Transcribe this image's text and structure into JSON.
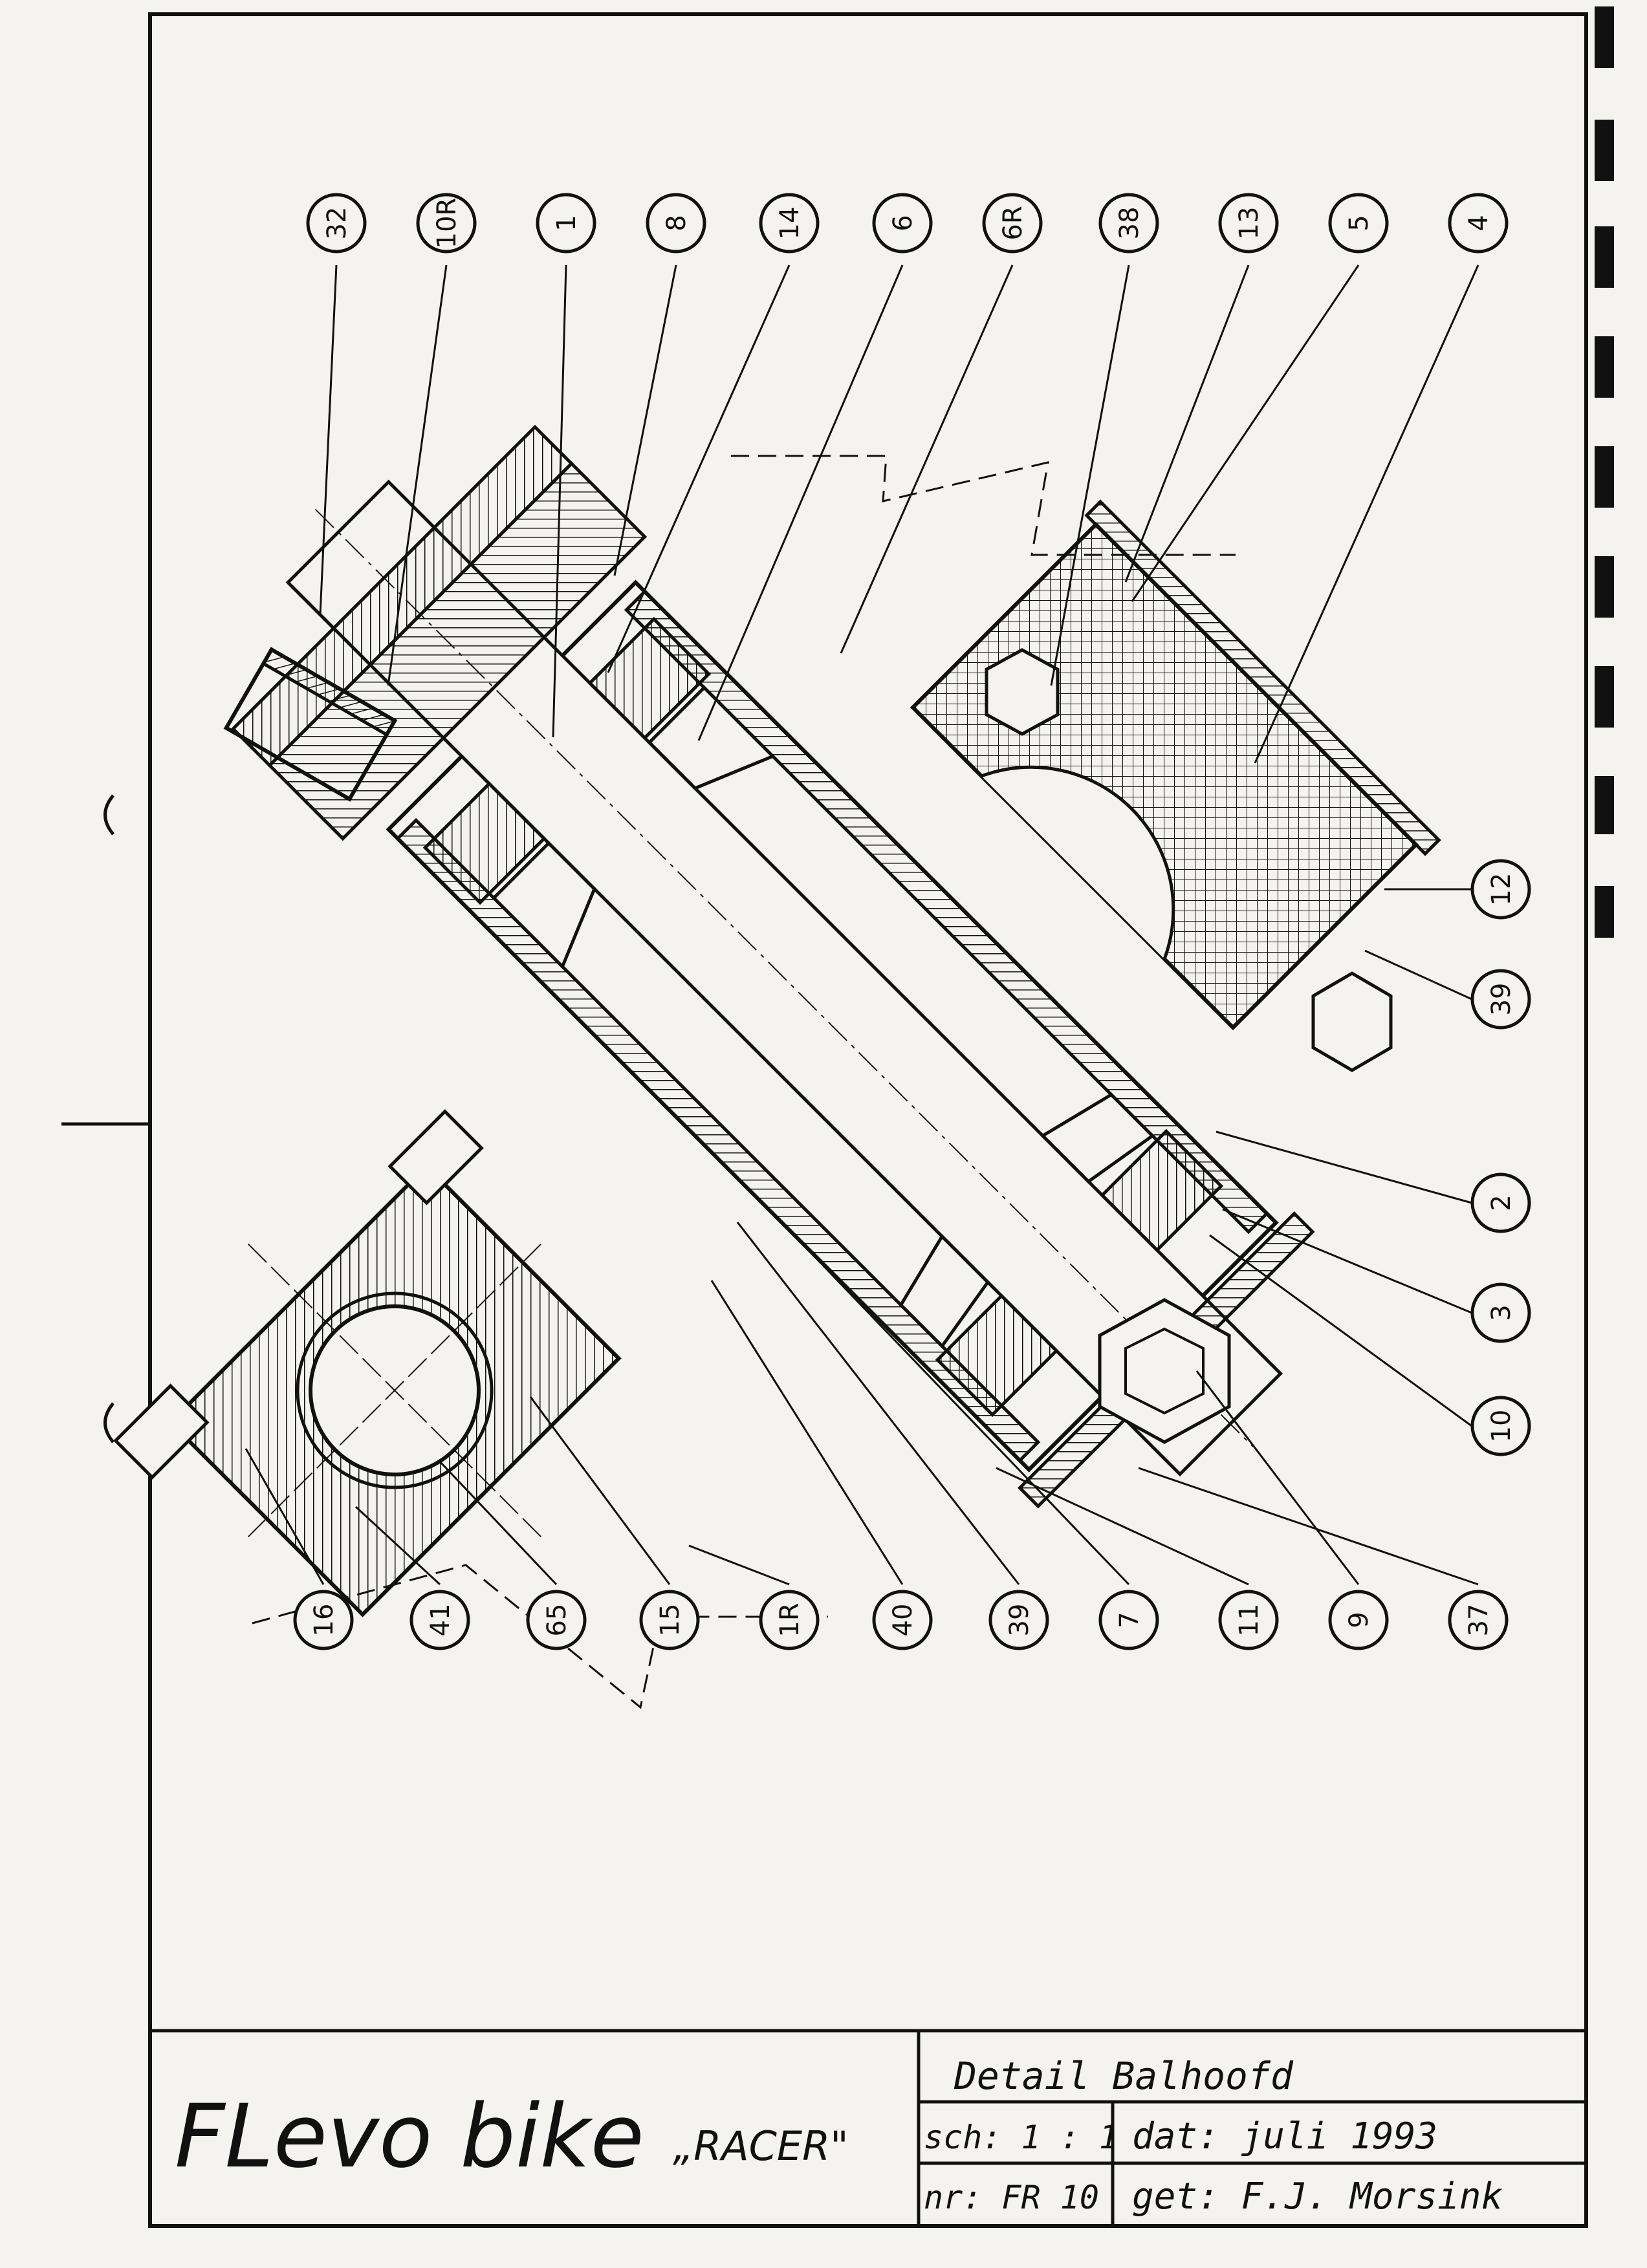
{
  "drawing": {
    "top_callouts": [
      "32",
      "10R",
      "1",
      "8",
      "14",
      "6",
      "6R",
      "38",
      "13",
      "5",
      "4"
    ],
    "right_callouts": [
      "12",
      "39",
      "2",
      "3",
      "10"
    ],
    "bottom_callouts": [
      "16",
      "41",
      "65",
      "15",
      "1R",
      "40",
      "39",
      "7",
      "11",
      "9",
      "37"
    ]
  },
  "title_block": {
    "brand": "FLevo bike",
    "model": "„RACER\"",
    "title": "Detail  Balhoofd",
    "scale": "sch: 1 : 1",
    "date": "dat:   juli  1993",
    "number": "nr: FR 10",
    "drawn_by": "get:  F.J.  Morsink"
  },
  "colors": {
    "ink": "#111111",
    "paper": "#f4f3ef"
  }
}
